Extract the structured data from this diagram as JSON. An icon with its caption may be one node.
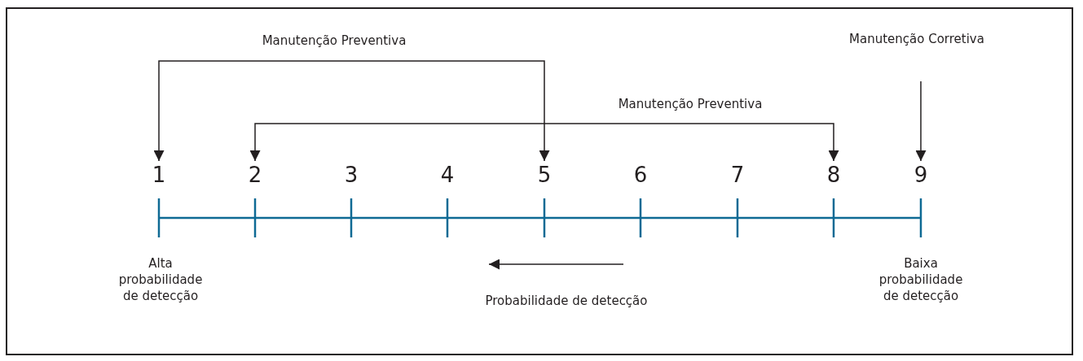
{
  "diagram": {
    "nodes": [
      {
        "text": [
          "1"
        ]
      },
      {
        "text": [
          "2"
        ]
      },
      {
        "text": [
          "3"
        ]
      },
      {
        "text": [
          "4"
        ]
      },
      {
        "text": [
          "5"
        ]
      },
      {
        "text": [
          "6"
        ]
      },
      {
        "text": [
          "7"
        ]
      },
      {
        "text": [
          "8"
        ]
      },
      {
        "text": [
          "9"
        ]
      },
      {
        "text": [
          "Manutenção Corretiva"
        ]
      }
    ],
    "edges": [
      {
        "from": 4,
        "to": 0,
        "arrow": "both",
        "label": "Manutenção Preventiva"
      },
      {
        "from": 1,
        "to": 7,
        "arrow": "both",
        "label": "Manutenção Preventiva"
      },
      {
        "from": 9,
        "to": 8,
        "arrow": "to"
      }
    ],
    "labels": [
      "Alta probabilidade de detecção",
      "Probabilidade de detecção",
      "Baixa probabilidade de detecção"
    ]
  }
}
